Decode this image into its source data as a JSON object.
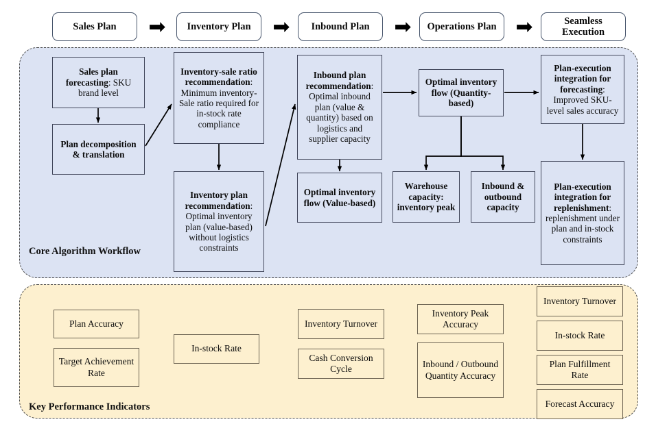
{
  "theme": {
    "core_panel_bg": "#dce3f3",
    "kpi_panel_bg": "#fdf0cf",
    "node_border": "#41465a",
    "kpi_border": "#6b6251",
    "top_box_border": "#46546b",
    "panel_border": "#4a4a4a",
    "arrow_color": "#000000",
    "page_bg": "#ffffff"
  },
  "pipeline": {
    "steps": [
      {
        "label": "Sales Plan"
      },
      {
        "label": "Inventory\nPlan"
      },
      {
        "label": "Inbound Plan"
      },
      {
        "label": "Operations\nPlan"
      },
      {
        "label": "Seamless\nExecution"
      }
    ],
    "connector_glyph": "➡"
  },
  "core_workflow": {
    "label": "Core Algorithm Workflow",
    "nodes": {
      "sales_forecasting": {
        "bold": "Sales plan forecasting",
        "rest": ": SKU brand level"
      },
      "plan_decomposition": {
        "bold": "Plan decomposition & translation",
        "rest": ""
      },
      "inventory_sale_ratio": {
        "bold": "Inventory-sale ratio recommendation",
        "rest": ": Minimum inventory-Sale ratio required for in-stock rate compliance"
      },
      "inventory_plan_rec": {
        "bold": "Inventory plan recommendation",
        "rest": ": Optimal inventory plan (value-based) without logistics constraints"
      },
      "inbound_plan_rec": {
        "bold": "Inbound plan recommendation",
        "rest": ": Optimal inbound plan (value & quantity) based on logistics and supplier capacity"
      },
      "optimal_flow_value": {
        "bold": "Optimal inventory flow (Value-based)",
        "rest": ""
      },
      "optimal_flow_quantity": {
        "bold": "Optimal inventory flow (Quantity-based)",
        "rest": ""
      },
      "warehouse_capacity": {
        "bold": "Warehouse capacity: inventory peak",
        "rest": ""
      },
      "inbound_outbound_capacity": {
        "bold": "Inbound & outbound capacity",
        "rest": ""
      },
      "integration_forecasting": {
        "bold": "Plan-execution integration for forecasting",
        "rest": ": Improved SKU-level sales accuracy"
      },
      "integration_replenishment": {
        "bold": "Plan-execution integration for replenishment",
        "rest": ": replenishment under plan and in-stock constraints"
      }
    }
  },
  "kpi_section": {
    "label": "Key Performance Indicators",
    "groups": [
      {
        "group_name": "sales-plan-kpis",
        "items": [
          {
            "label": "Plan Accuracy"
          },
          {
            "label": "Target Achievement Rate"
          }
        ]
      },
      {
        "group_name": "inventory-plan-kpis",
        "items": [
          {
            "label": "In-stock Rate"
          }
        ]
      },
      {
        "group_name": "inbound-plan-kpis",
        "items": [
          {
            "label": "Inventory Turnover"
          },
          {
            "label": "Cash Conversion Cycle"
          }
        ]
      },
      {
        "group_name": "operations-plan-kpis",
        "items": [
          {
            "label": "Inventory Peak Accuracy"
          },
          {
            "label": "Inbound / Outbound Quantity Accuracy"
          }
        ]
      },
      {
        "group_name": "seamless-execution-kpis",
        "items": [
          {
            "label": "Inventory Turnover"
          },
          {
            "label": "In-stock Rate"
          },
          {
            "label": "Plan Fulfillment Rate"
          },
          {
            "label": "Forecast Accuracy"
          }
        ]
      }
    ]
  }
}
